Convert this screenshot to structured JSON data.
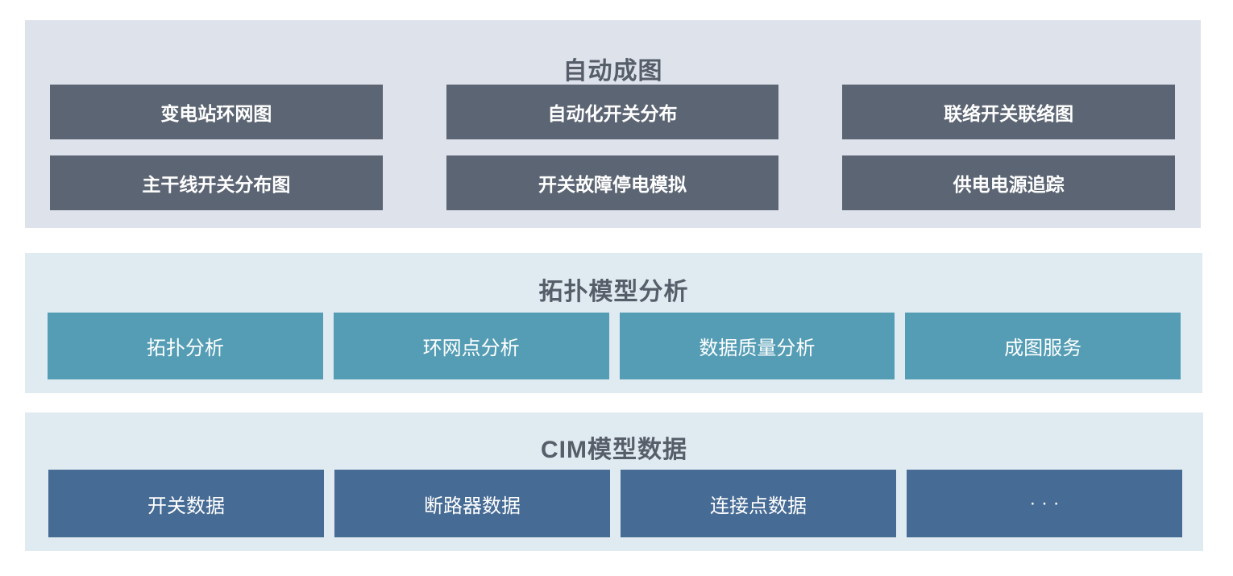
{
  "page": {
    "background_color": "#ffffff",
    "title_text_color": "#565e69",
    "box_text_color": "#ffffff"
  },
  "sections": [
    {
      "title": "自动成图",
      "panel_color": "#dee2eb",
      "box_color": "#5c6573",
      "items": [
        "变电站环网图",
        "自动化开关分布",
        "联络开关联络图",
        "主干线开关分布图",
        "开关故障停电模拟",
        "供电电源追踪"
      ]
    },
    {
      "title": "拓扑模型分析",
      "panel_color": "#dfebf1",
      "box_color": "#549db5",
      "items": [
        "拓扑分析",
        "环网点分析",
        "数据质量分析",
        "成图服务"
      ]
    },
    {
      "title": "CIM模型数据",
      "panel_color": "#dfebf1",
      "box_color": "#466b94",
      "items": [
        "开关数据",
        "断路器数据",
        "连接点数据",
        "· · ·"
      ]
    }
  ]
}
